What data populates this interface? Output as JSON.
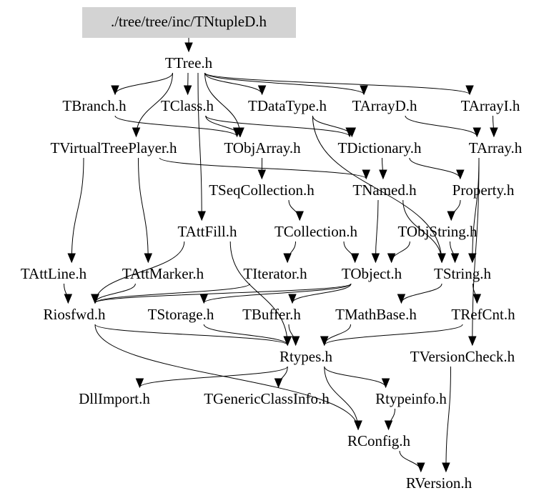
{
  "diagram": {
    "title": "./tree/tree/inc/TNtupleD.h",
    "root_fill": "#d3d3d3",
    "nodes": [
      {
        "id": "root",
        "label": "./tree/tree/inc/TNtupleD.h"
      },
      {
        "id": "TTree",
        "label": "TTree.h"
      },
      {
        "id": "TBranch",
        "label": "TBranch.h"
      },
      {
        "id": "TClass",
        "label": "TClass.h"
      },
      {
        "id": "TDataType",
        "label": "TDataType.h"
      },
      {
        "id": "TArrayD",
        "label": "TArrayD.h"
      },
      {
        "id": "TArrayI",
        "label": "TArrayI.h"
      },
      {
        "id": "TVirtualTreePlayer",
        "label": "TVirtualTreePlayer.h"
      },
      {
        "id": "TObjArray",
        "label": "TObjArray.h"
      },
      {
        "id": "TDictionary",
        "label": "TDictionary.h"
      },
      {
        "id": "TArray",
        "label": "TArray.h"
      },
      {
        "id": "TSeqCollection",
        "label": "TSeqCollection.h"
      },
      {
        "id": "TNamed",
        "label": "TNamed.h"
      },
      {
        "id": "Property",
        "label": "Property.h"
      },
      {
        "id": "TAttFill",
        "label": "TAttFill.h"
      },
      {
        "id": "TCollection",
        "label": "TCollection.h"
      },
      {
        "id": "TObjString",
        "label": "TObjString.h"
      },
      {
        "id": "TAttLine",
        "label": "TAttLine.h"
      },
      {
        "id": "TAttMarker",
        "label": "TAttMarker.h"
      },
      {
        "id": "TIterator",
        "label": "TIterator.h"
      },
      {
        "id": "TObject",
        "label": "TObject.h"
      },
      {
        "id": "TString",
        "label": "TString.h"
      },
      {
        "id": "Riosfwd",
        "label": "Riosfwd.h"
      },
      {
        "id": "TStorage",
        "label": "TStorage.h"
      },
      {
        "id": "TBuffer",
        "label": "TBuffer.h"
      },
      {
        "id": "TMathBase",
        "label": "TMathBase.h"
      },
      {
        "id": "TRefCnt",
        "label": "TRefCnt.h"
      },
      {
        "id": "Rtypes",
        "label": "Rtypes.h"
      },
      {
        "id": "TVersionCheck",
        "label": "TVersionCheck.h"
      },
      {
        "id": "DllImport",
        "label": "DllImport.h"
      },
      {
        "id": "TGenericClassInfo",
        "label": "TGenericClassInfo.h"
      },
      {
        "id": "Rtypeinfo",
        "label": "Rtypeinfo.h"
      },
      {
        "id": "RConfig",
        "label": "RConfig.h"
      },
      {
        "id": "RVersion",
        "label": "RVersion.h"
      }
    ],
    "edges": [
      [
        "root",
        "TTree"
      ],
      [
        "TTree",
        "TBranch"
      ],
      [
        "TTree",
        "TClass"
      ],
      [
        "TTree",
        "TDataType"
      ],
      [
        "TTree",
        "TArrayD"
      ],
      [
        "TTree",
        "TArrayI"
      ],
      [
        "TTree",
        "TVirtualTreePlayer"
      ],
      [
        "TTree",
        "TObjArray"
      ],
      [
        "TTree",
        "TAttFill"
      ],
      [
        "TBranch",
        "TObjArray"
      ],
      [
        "TClass",
        "TObjArray"
      ],
      [
        "TClass",
        "TDictionary"
      ],
      [
        "TDataType",
        "TDictionary"
      ],
      [
        "TArrayD",
        "TArray"
      ],
      [
        "TArrayI",
        "TArray"
      ],
      [
        "TDataType",
        "TString"
      ],
      [
        "TObjArray",
        "TSeqCollection"
      ],
      [
        "TDictionary",
        "TNamed"
      ],
      [
        "TDictionary",
        "Property"
      ],
      [
        "TVirtualTreePlayer",
        "TAttLine"
      ],
      [
        "TVirtualTreePlayer",
        "TAttMarker"
      ],
      [
        "TVirtualTreePlayer",
        "TNamed"
      ],
      [
        "TSeqCollection",
        "TCollection"
      ],
      [
        "TNamed",
        "TObject"
      ],
      [
        "TNamed",
        "TString"
      ],
      [
        "Property",
        "TObjString"
      ],
      [
        "TArray",
        "TString"
      ],
      [
        "TArray",
        "TVersionCheck"
      ],
      [
        "TCollection",
        "TObject"
      ],
      [
        "TCollection",
        "TIterator"
      ],
      [
        "TObjString",
        "TString"
      ],
      [
        "TObjString",
        "TObject"
      ],
      [
        "TAttFill",
        "Riosfwd"
      ],
      [
        "TAttFill",
        "Rtypes"
      ],
      [
        "TAttLine",
        "Riosfwd"
      ],
      [
        "TAttMarker",
        "Riosfwd"
      ],
      [
        "TObject",
        "Riosfwd"
      ],
      [
        "TObject",
        "TStorage"
      ],
      [
        "TObject",
        "TBuffer"
      ],
      [
        "TString",
        "TMathBase"
      ],
      [
        "TString",
        "TRefCnt"
      ],
      [
        "TIterator",
        "Riosfwd"
      ],
      [
        "Riosfwd",
        "Rtypes"
      ],
      [
        "TStorage",
        "Rtypes"
      ],
      [
        "TBuffer",
        "Rtypes"
      ],
      [
        "TMathBase",
        "Rtypes"
      ],
      [
        "TRefCnt",
        "Rtypes"
      ],
      [
        "Riosfwd",
        "RConfig"
      ],
      [
        "Rtypes",
        "DllImport"
      ],
      [
        "Rtypes",
        "TGenericClassInfo"
      ],
      [
        "Rtypes",
        "Rtypeinfo"
      ],
      [
        "Rtypes",
        "RConfig"
      ],
      [
        "Rtypeinfo",
        "RConfig"
      ],
      [
        "RConfig",
        "RVersion"
      ],
      [
        "TVersionCheck",
        "RVersion"
      ]
    ]
  }
}
